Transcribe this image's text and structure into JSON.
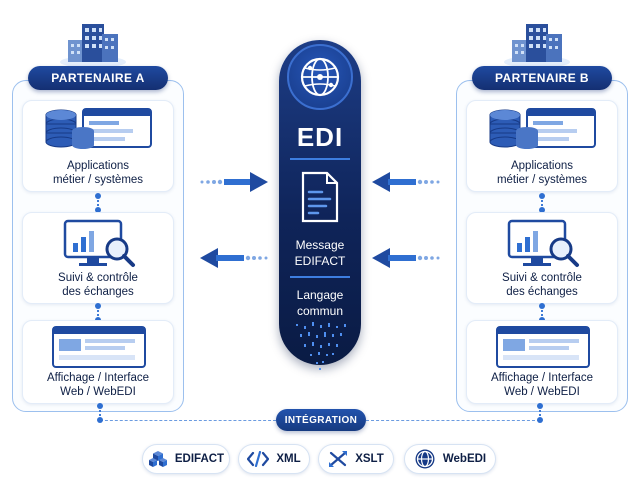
{
  "partner_a": {
    "title": "PARTENAIRE A",
    "cards": [
      {
        "line1": "Applications",
        "line2": "métier / systèmes"
      },
      {
        "line1": "Suivi & contrôle",
        "line2": "des échanges"
      },
      {
        "line1": "Affichage / Interface",
        "line2": "Web / WebEDI"
      }
    ]
  },
  "partner_b": {
    "title": "PARTENAIRE B",
    "cards": [
      {
        "line1": "Applications",
        "line2": "métier / systèmes"
      },
      {
        "line1": "Suivi & contrôle",
        "line2": "des échanges"
      },
      {
        "line1": "Affichage / Interface",
        "line2": "Web / WebEDI"
      }
    ]
  },
  "edi": {
    "title": "EDI",
    "message_line1": "Message",
    "message_line2": "EDIFACT",
    "language_line1": "Langage",
    "language_line2": "commun"
  },
  "integration": {
    "title": "INTÉGRATION",
    "technologies": [
      "EDIFACT",
      "XML",
      "XSLT",
      "WebEDI"
    ]
  },
  "colors": {
    "navy": "#0f2459",
    "accent": "#2f6fd1",
    "frame": "#9cc0ee"
  }
}
